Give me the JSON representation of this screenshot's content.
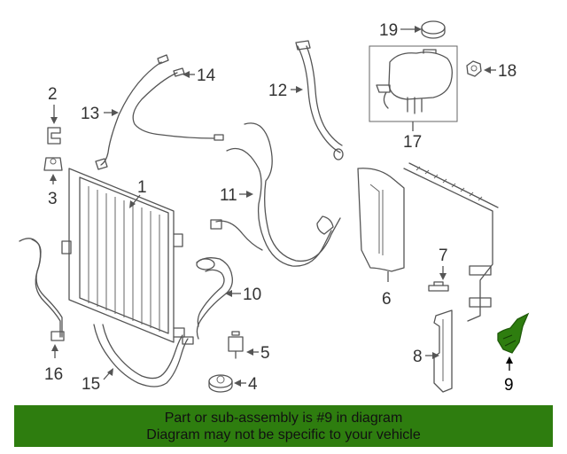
{
  "callouts": {
    "c1": "1",
    "c2": "2",
    "c3": "3",
    "c4": "4",
    "c5": "5",
    "c6": "6",
    "c7": "7",
    "c8": "8",
    "c9": "9",
    "c10": "10",
    "c11": "11",
    "c12": "12",
    "c13": "13",
    "c14": "14",
    "c15": "15",
    "c16": "16",
    "c17": "17",
    "c18": "18",
    "c19": "19"
  },
  "highlight_color": "#2e7d0f",
  "banner": {
    "line1": "Part or sub-assembly is #9 in diagram",
    "line2": "Diagram may not be specific to your vehicle"
  }
}
